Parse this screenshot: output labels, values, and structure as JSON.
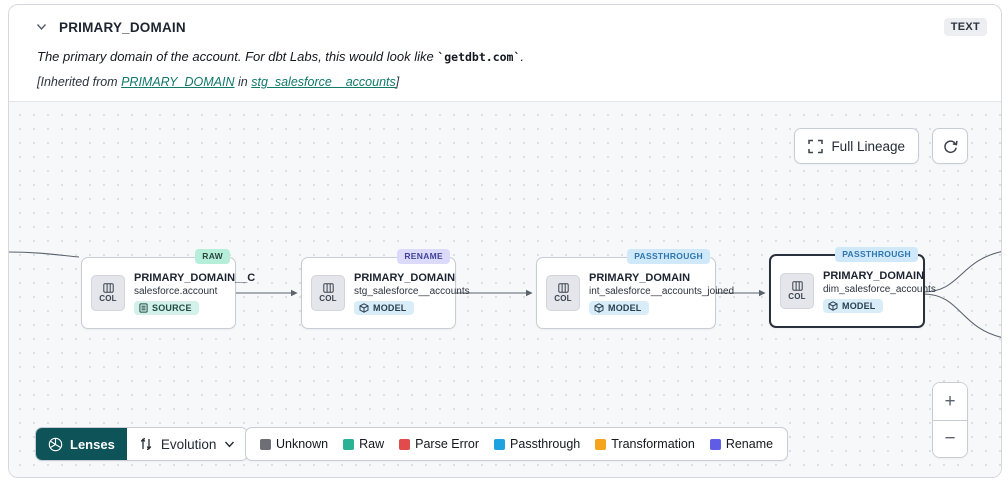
{
  "header": {
    "title": "PRIMARY_DOMAIN",
    "type_badge": "TEXT",
    "description": {
      "text_before_code": "The primary domain of the account. For dbt Labs, this would look like ",
      "code": "`getdbt.com`",
      "text_after_code": "."
    },
    "inherited": {
      "text_start": "[Inherited from ",
      "column_link": "PRIMARY_DOMAIN",
      "text_middle": " in ",
      "model_link": "stg_salesforce__accounts",
      "text_end": "]"
    }
  },
  "lineage_toolbar": {
    "full_lineage_label": "Full Lineage"
  },
  "canvas": {
    "nodes": [
      {
        "evolution_badge": "RAW",
        "badge_bg": "#b7eed9",
        "badge_color": "#2a463f",
        "col_label": "COL",
        "title": "PRIMARY_DOMAIN__C",
        "subtitle": "salesforce.account",
        "type_badge": "SOURCE",
        "type_bg": "#d3f1e9",
        "type_color": "#1e4a42"
      },
      {
        "evolution_badge": "RENAME",
        "badge_bg": "#dbdafa",
        "badge_color": "#42429b",
        "col_label": "COL",
        "title": "PRIMARY_DOMAIN",
        "subtitle": "stg_salesforce__accounts",
        "type_badge": "MODEL",
        "type_bg": "#d9edf9",
        "type_color": "#273f4f"
      },
      {
        "evolution_badge": "PASSTHROUGH",
        "badge_bg": "#cfe8fa",
        "badge_color": "#2e76ad",
        "col_label": "COL",
        "title": "PRIMARY_DOMAIN",
        "subtitle": "int_salesforce__accounts_joined",
        "type_badge": "MODEL",
        "type_bg": "#d9edf9",
        "type_color": "#273f4f"
      },
      {
        "evolution_badge": "PASSTHROUGH",
        "badge_bg": "#cfe8fa",
        "badge_color": "#2e76ad",
        "col_label": "COL",
        "title": "PRIMARY_DOMAIN",
        "subtitle": "dim_salesforce_accounts",
        "type_badge": "MODEL",
        "type_bg": "#d9edf9",
        "type_color": "#273f4f"
      }
    ]
  },
  "bottom_toolbar": {
    "lenses_label": "Lenses",
    "lenses_bg": "#0e5358",
    "lens_selected": "Evolution"
  },
  "legend": {
    "items": [
      {
        "label": "Unknown",
        "color": "#6e6e76"
      },
      {
        "label": "Raw",
        "color": "#2ab294"
      },
      {
        "label": "Parse Error",
        "color": "#e14b4b"
      },
      {
        "label": "Passthrough",
        "color": "#1fa3e0"
      },
      {
        "label": "Transformation",
        "color": "#f4a51d"
      },
      {
        "label": "Rename",
        "color": "#5f5ce6"
      }
    ]
  },
  "zoom_controls": {
    "zoom_in": "+",
    "zoom_out": "−"
  }
}
